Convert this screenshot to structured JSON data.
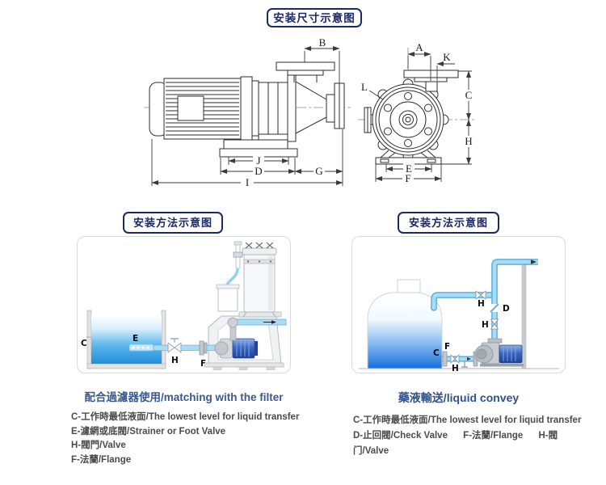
{
  "titles": {
    "dimension_diagram": "安装尺寸示意图",
    "method_diagram_left": "安装方法示意图",
    "method_diagram_right": "安装方法示意图"
  },
  "dimension_drawing": {
    "side_view_labels": {
      "b": "B",
      "j": "J",
      "d": "D",
      "g": "G",
      "i": "I"
    },
    "front_view_labels": {
      "a": "A",
      "k": "K",
      "l": "L",
      "c": "C",
      "h": "H",
      "e": "E",
      "f": "F"
    }
  },
  "filter_panel": {
    "caption": "配合過濾器使用/matching with the filter",
    "labels": {
      "c": "C",
      "e": "E",
      "h": "H",
      "f": "F"
    },
    "notes": [
      "C-工作時最低液面/The lowest level for liquid transfer",
      "E-濾網或底閥/Strainer or Foot Valve",
      "H-閥門/Valve",
      "F-法蘭/Flange"
    ]
  },
  "convey_panel": {
    "caption": "藥液輸送/liquid convey",
    "labels": {
      "h_top": "H",
      "d": "D",
      "h_mid": "H",
      "c": "C",
      "f": "F",
      "h_bottom": "H"
    },
    "notes_line1": "C-工作時最低液面/The lowest level for liquid transfer",
    "notes_line2": [
      "D-止回閥/Check Valve",
      "F-法蘭/Flange",
      "H-閥门/Valve"
    ]
  },
  "colors": {
    "title_navy": "#1b2a66",
    "caption_blue": "#3a5a8e",
    "note_gray": "#4b4b4b",
    "water_blue": "#1f8fd8",
    "pipe_blue": "#a6dcf5"
  }
}
